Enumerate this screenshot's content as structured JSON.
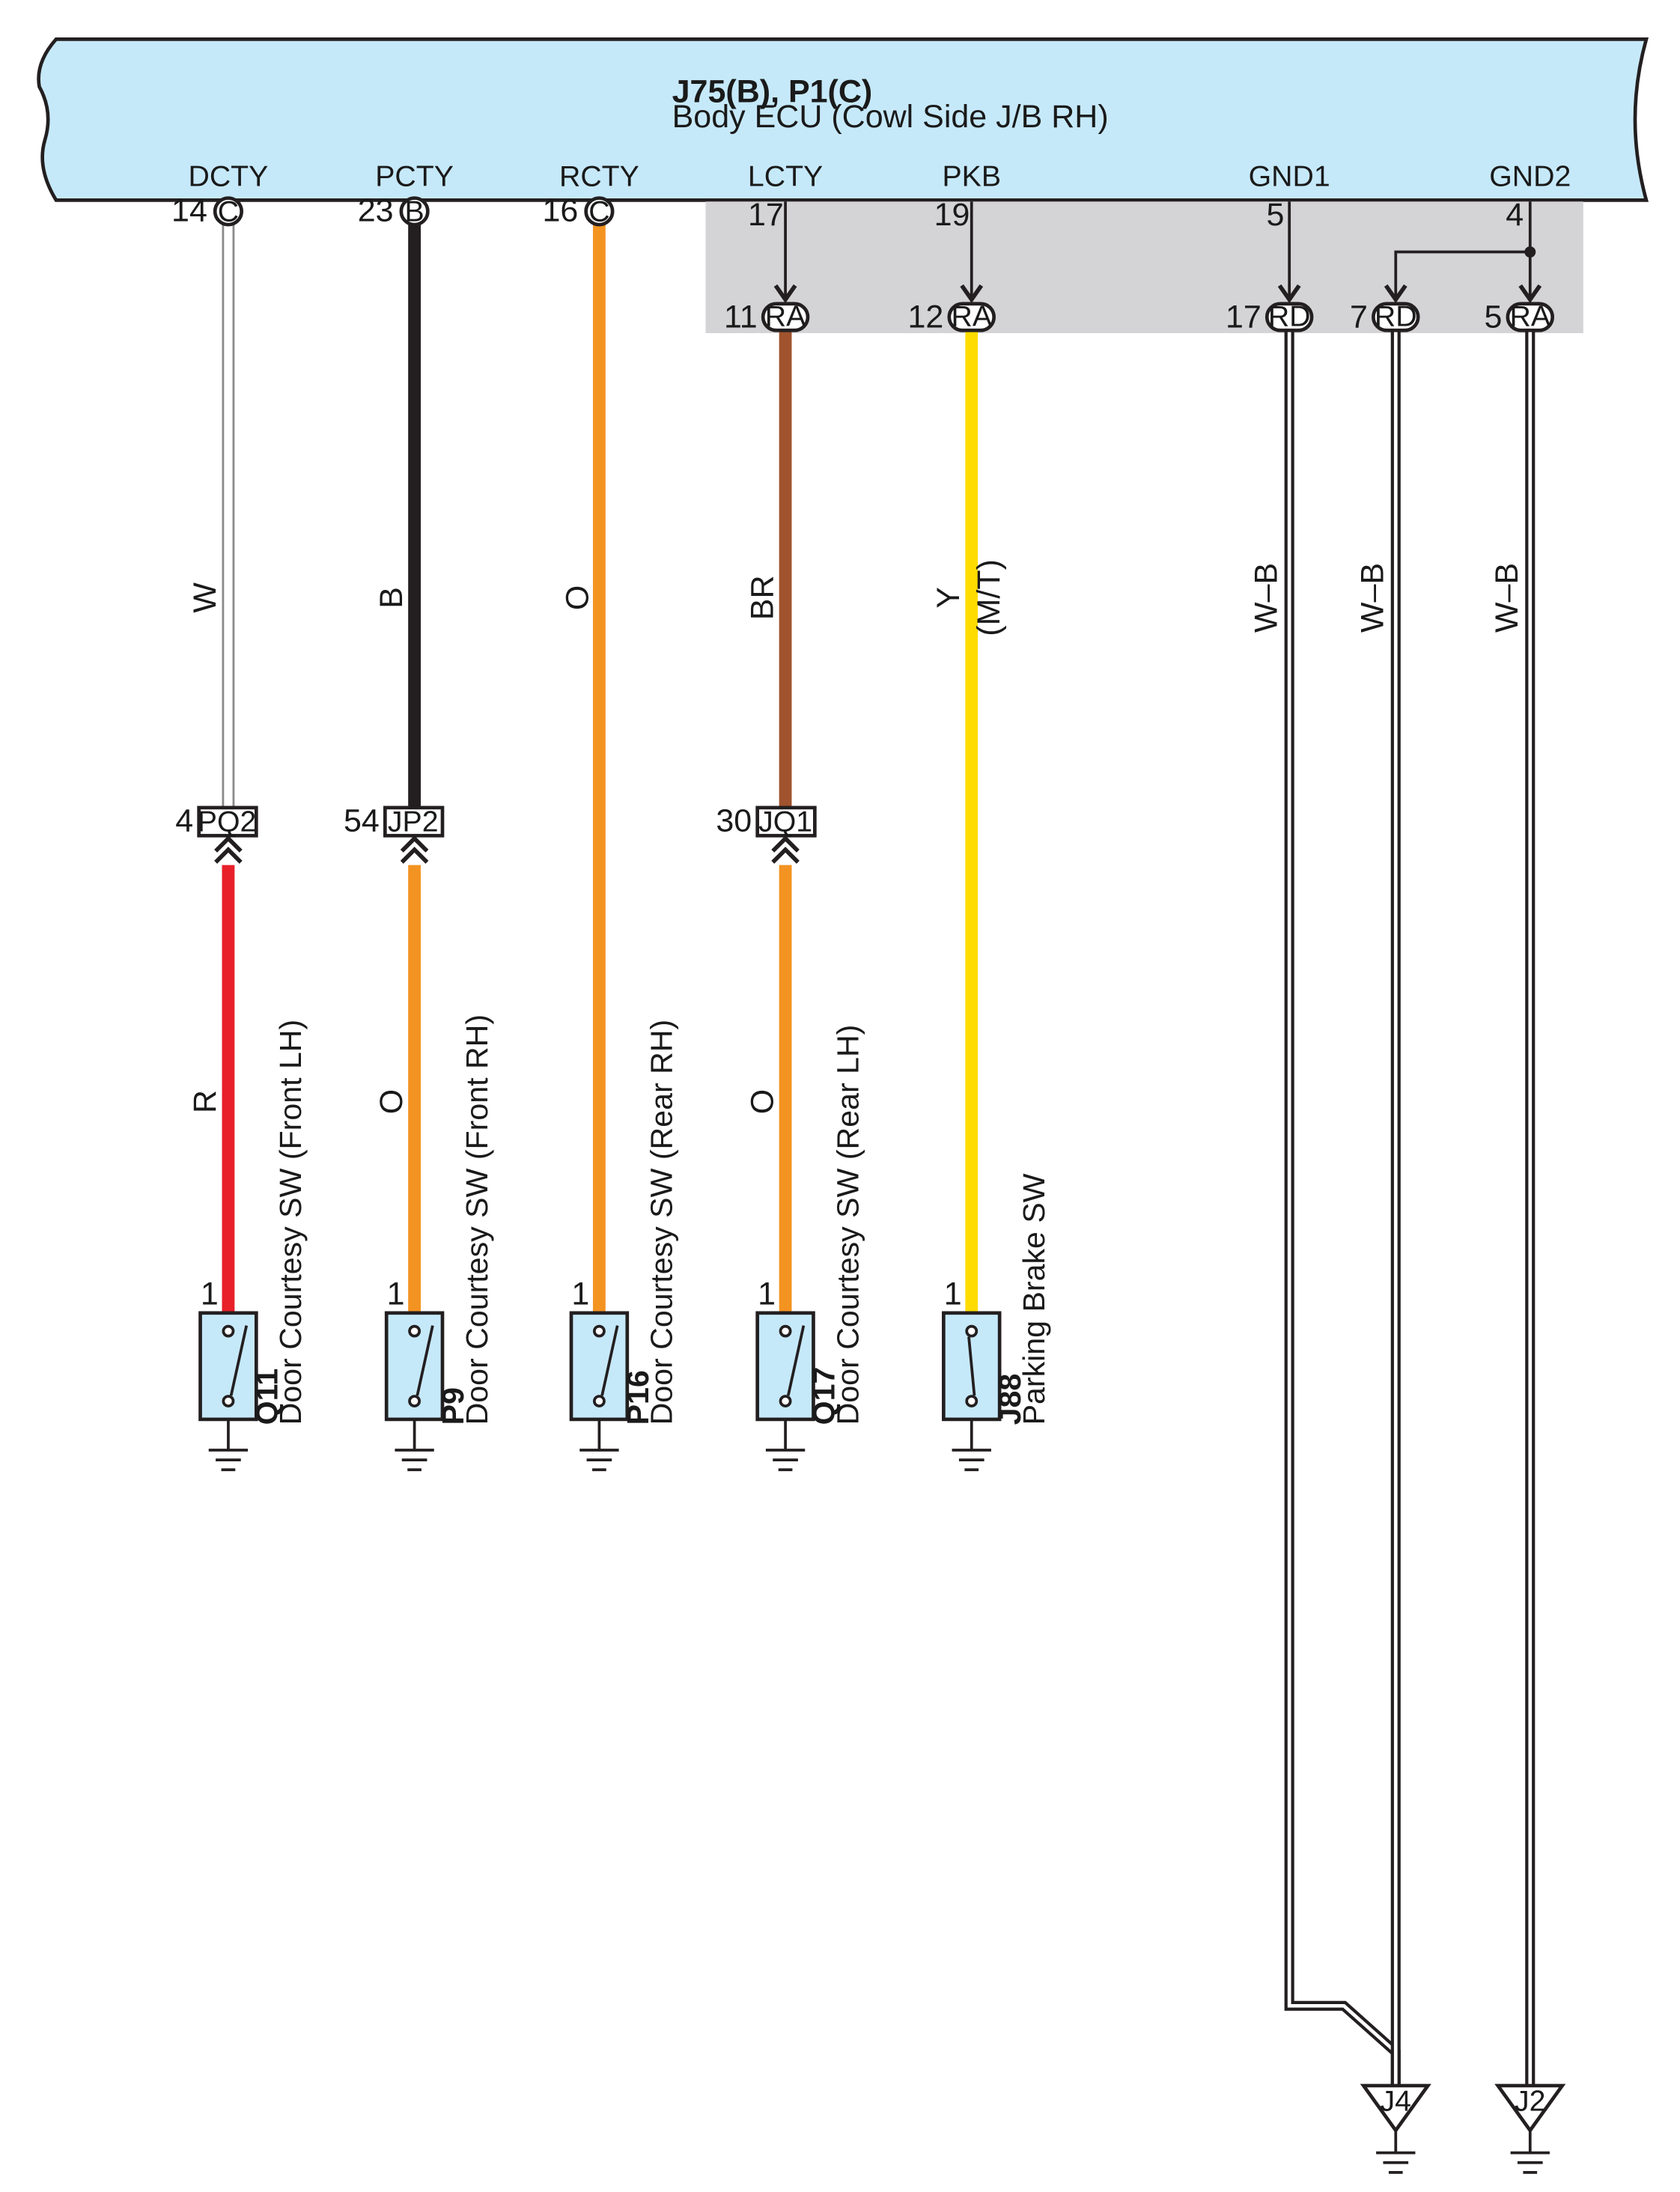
{
  "ecu": {
    "connector": "J75(B), P1(C)",
    "name": "Body ECU (Cowl Side J/B RH)",
    "fill": "#c6e9fa"
  },
  "pins": {
    "dcty": {
      "name": "DCTY",
      "num": "14",
      "conn": "C"
    },
    "pcty": {
      "name": "PCTY",
      "num": "23",
      "conn": "B"
    },
    "rcty": {
      "name": "RCTY",
      "num": "16",
      "conn": "C"
    },
    "lcty": {
      "name": "LCTY",
      "num": "17"
    },
    "pkb": {
      "name": "PKB",
      "num": "19"
    },
    "gnd1": {
      "name": "GND1",
      "num": "5"
    },
    "gnd2": {
      "name": "GND2",
      "num": "4"
    }
  },
  "jb_connectors": {
    "ra11": {
      "num": "11",
      "tag": "RA"
    },
    "ra12": {
      "num": "12",
      "tag": "RA"
    },
    "rd17": {
      "num": "17",
      "tag": "RD"
    },
    "rd7": {
      "num": "7",
      "tag": "RD"
    },
    "ra5": {
      "num": "5",
      "tag": "RA"
    }
  },
  "inline": {
    "pq2": {
      "num": "4",
      "tag": "PQ2"
    },
    "jp2": {
      "num": "54",
      "tag": "JP2"
    },
    "jq1": {
      "num": "30",
      "tag": "JQ1"
    }
  },
  "wire_labels": {
    "w": "W",
    "b": "B",
    "o_rcty": "O",
    "br": "BR",
    "y": "Y",
    "mt": "(M/T)",
    "wb1": "W–B",
    "wb2": "W–B",
    "wb3": "W–B",
    "r": "R",
    "o_p9": "O",
    "o_q17": "O"
  },
  "switches": {
    "q11": {
      "pin": "1",
      "id": "Q11",
      "name": "Door Courtesy SW (Front LH)"
    },
    "p9": {
      "pin": "1",
      "id": "P9",
      "name": "Door Courtesy SW (Front RH)"
    },
    "p16": {
      "pin": "1",
      "id": "P16",
      "name": "Door Courtesy SW (Rear RH)"
    },
    "q17": {
      "pin": "1",
      "id": "Q17",
      "name": "Door Courtesy SW (Rear LH)"
    },
    "j88": {
      "pin": "1",
      "id": "J88",
      "name": "Parking Brake SW"
    }
  },
  "grounds": {
    "j4": "J4",
    "j2": "J2"
  },
  "colors": {
    "white": "#ffffff",
    "black": "#231f20",
    "orange": "#f39322",
    "brown": "#a0532d",
    "yellow": "#ffdc00",
    "red": "#e8202a",
    "switch_fill": "#c6e9fa",
    "jb_gray": "#d4d4d6"
  }
}
